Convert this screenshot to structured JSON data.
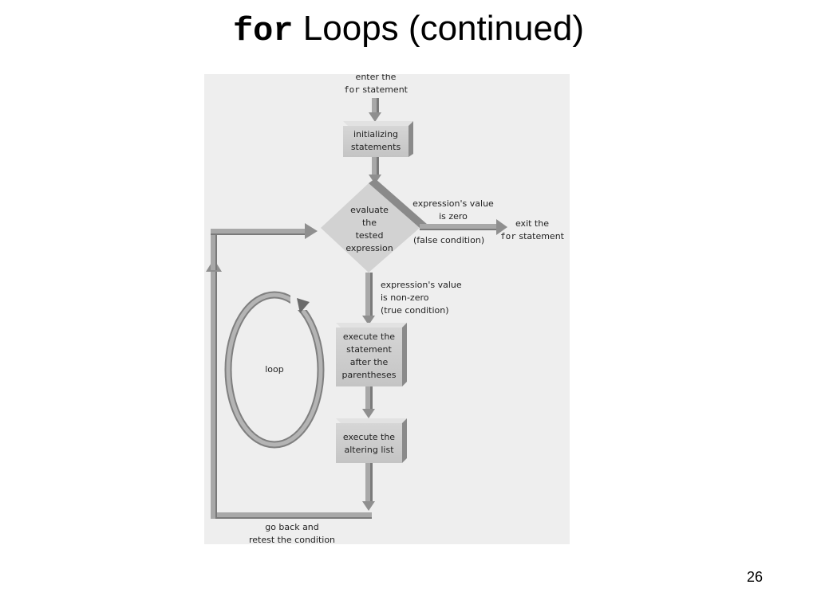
{
  "slide": {
    "title_keyword": "for",
    "title_rest": " Loops (continued)",
    "page_number": "26"
  },
  "flowchart": {
    "enter": {
      "line1": "enter the",
      "keyword": "for",
      "rest": " statement"
    },
    "init_box": {
      "line1": "initializing",
      "line2": "statements"
    },
    "decision": {
      "line1": "evaluate",
      "line2": "the",
      "line3": "tested",
      "line4": "expression"
    },
    "zero_label": {
      "line1": "expression's value",
      "line2": "is zero"
    },
    "false_label": "(false condition)",
    "exit": {
      "line1": "exit the",
      "keyword": "for",
      "rest": " statement"
    },
    "nonzero_label": {
      "line1": "expression's value",
      "line2": "is non-zero",
      "line3": "(true condition)"
    },
    "exec_box": {
      "line1": "execute the",
      "line2": "statement",
      "line3": "after the",
      "line4": "parentheses"
    },
    "alter_box": {
      "line1": "execute the",
      "line2": "altering list"
    },
    "loop_label": "loop",
    "go_back": {
      "line1": "go back and",
      "line2": "retest the condition"
    }
  },
  "colors": {
    "figure_background": "#eeeeee",
    "box_fill": "#cfcfcf",
    "arrow_fill": "#a8a8a8",
    "arrow_dark": "#6b6b6b"
  }
}
